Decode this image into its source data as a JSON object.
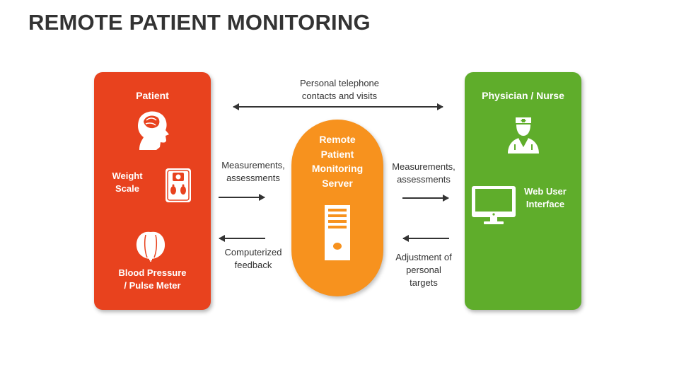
{
  "title": "REMOTE PATIENT MONITORING",
  "patient": {
    "title": "Patient",
    "weight_line1": "Weight",
    "weight_line2": "Scale",
    "bp_line1": "Blood Pressure",
    "bp_line2": "/ Pulse Meter",
    "icons": [
      "child-head-icon",
      "weight-scale-icon",
      "blood-pressure-meter-icon"
    ]
  },
  "physician": {
    "title": "Physician / Nurse",
    "web_line1": "Web User",
    "web_line2": "Interface",
    "icons": [
      "nurse-icon",
      "monitor-icon"
    ]
  },
  "server": {
    "line1": "Remote",
    "line2": "Patient",
    "line3": "Monitoring",
    "line4": "Server",
    "icons": [
      "server-tower-icon"
    ]
  },
  "labels": {
    "telephone_line1": "Personal telephone",
    "telephone_line2": "contacts and visits",
    "meas_left_line1": "Measurements,",
    "meas_left_line2": "assessments",
    "feedback_line1": "Computerized",
    "feedback_line2": "feedback",
    "meas_right_line1": "Measurements,",
    "meas_right_line2": "assessments",
    "adjust_line1": "Adjustment of",
    "adjust_line2": "personal",
    "adjust_line3": "targets"
  },
  "colors": {
    "patient": "#e8421e",
    "physician": "#5fad2b",
    "server": "#f7921e",
    "arrow": "#333333",
    "title": "#333333"
  }
}
